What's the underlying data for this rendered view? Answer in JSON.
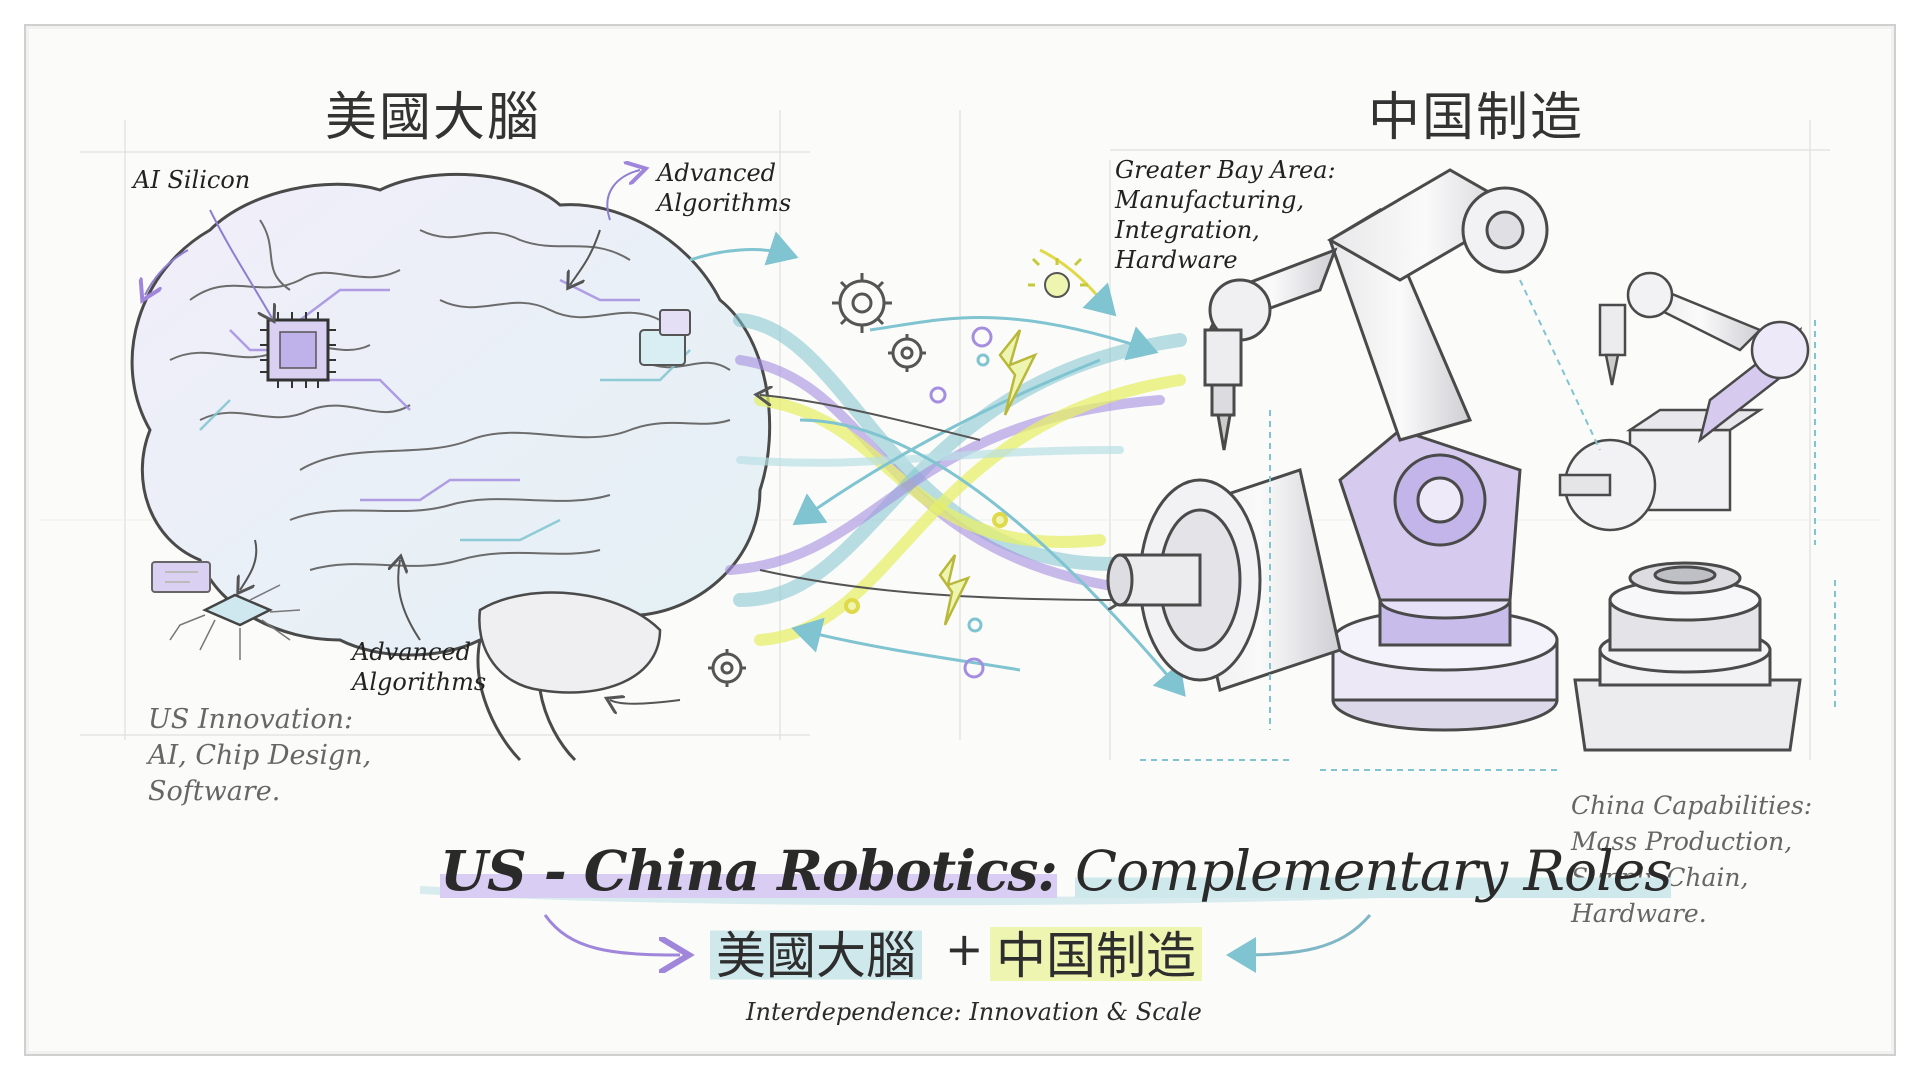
{
  "headings": {
    "left": "美國大腦",
    "right": "中国制造"
  },
  "left_labels": {
    "ai_silicon": "AI Silicon",
    "advanced_algorithms_top": [
      "Advanced",
      "Algorithms"
    ],
    "advanced_algorithms_bottom": [
      "Advanced",
      "Algorithms"
    ],
    "us_innovation": [
      "US Innovation:",
      "AI, Chip Design,",
      "Software."
    ]
  },
  "right_labels": {
    "greater_bay": [
      "Greater Bay Area:",
      "Manufacturing,",
      "Integration,",
      "Hardware"
    ],
    "china_capabilities": [
      "China Capabilities:",
      "Mass Production,",
      "Supply Chain,",
      "Hardware."
    ]
  },
  "title": {
    "part1": "US - China Robotics:",
    "part2": "Complementary Roles"
  },
  "subtitle": {
    "left": "美國大腦",
    "plus": "+",
    "right": "中国制造"
  },
  "caption": "Interdependence: Innovation & Scale",
  "colors": {
    "purple": "#a58ee0",
    "teal": "#7fc4d0",
    "yellow": "#e6ef6a",
    "pencil": "#555555"
  },
  "icons": [
    "brain-sketch",
    "cpu-chip-icon",
    "gear-icon",
    "lightning-icon",
    "robot-arm-large",
    "robot-arm-small",
    "rotary-base"
  ]
}
